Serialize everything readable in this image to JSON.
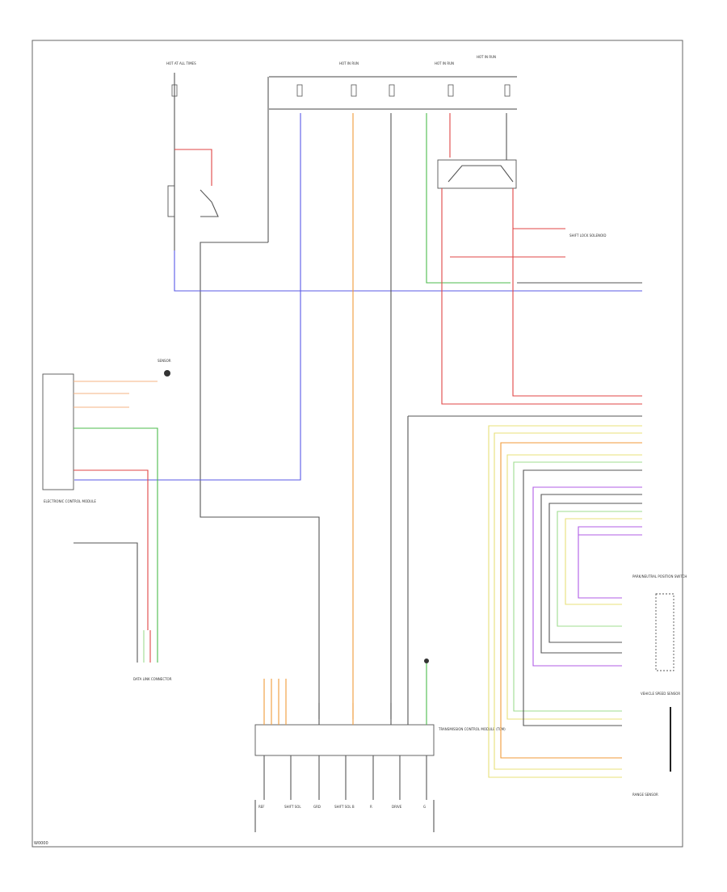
{
  "page": {
    "footer_code": "W0000",
    "components": {
      "trans_module": "TRANSMISSION CONTROL MODULE (TCM)",
      "sensor_upper_left": "SENSOR",
      "electronic_control_module": "ELECTRONIC CONTROL MODULE",
      "data_link_connector": "DATA LINK CONNECTOR",
      "range_switch": "PARK/NEUTRAL POSITION SWITCH",
      "range_sensor": "RANGE SENSOR",
      "vehicle_speed_sensor": "VEHICLE SPEED SENSOR",
      "shift_lock": "SHIFT LOCK SOLENOID",
      "ground_label": "G"
    },
    "fuse_labels": [
      "HOT AT ALL TIMES",
      "HOT IN RUN",
      "HOT IN RUN",
      "HOT IN RUN"
    ],
    "bottom_terminals": [
      "REF",
      "SHIFT SOL",
      "GRD",
      "SHIFT SOL B",
      "R",
      "DRIVE",
      "G"
    ]
  }
}
